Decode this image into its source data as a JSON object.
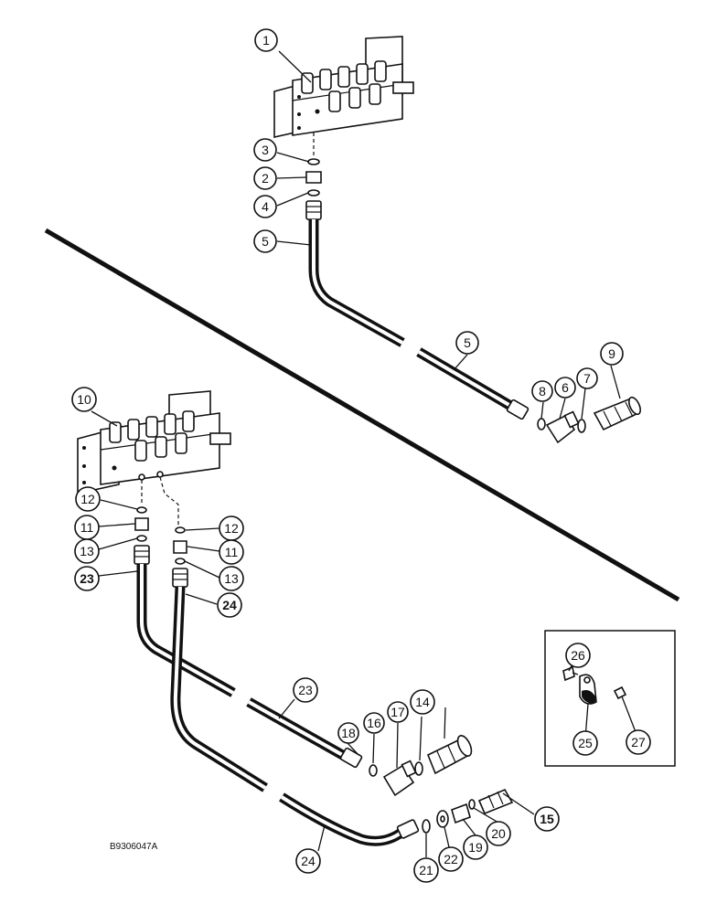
{
  "figure_code": "B9306047A",
  "callouts": {
    "c1": "1",
    "c2": "2",
    "c3": "3",
    "c4": "4",
    "c5a": "5",
    "c5b": "5",
    "c6": "6",
    "c7": "7",
    "c8": "8",
    "c9": "9",
    "c10": "10",
    "c11a": "11",
    "c11b": "11",
    "c12a": "12",
    "c12b": "12",
    "c13a": "13",
    "c13b": "13",
    "c14": "14",
    "c15": "15",
    "c16": "16",
    "c17": "17",
    "c18": "18",
    "c19": "19",
    "c20": "20",
    "c21": "21",
    "c22": "22",
    "c23a": "23",
    "c23b": "23",
    "c24a": "24",
    "c24b": "24",
    "c25": "25",
    "c26": "26",
    "c27": "27"
  }
}
